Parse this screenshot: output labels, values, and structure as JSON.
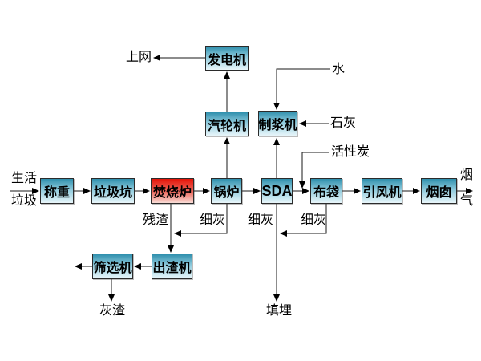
{
  "diagram": {
    "description": "waste-incineration-power-generation-flowchart",
    "nodes": {
      "weigh": "称重",
      "pit": "垃圾坑",
      "incinerator": "焚烧炉",
      "boiler": "锅炉",
      "sda": "SDA",
      "bag": "布袋",
      "fan": "引风机",
      "chimney": "烟囱",
      "generator": "发电机",
      "turbine": "汽轮机",
      "slurry": "制浆机",
      "slag_machine": "出渣机",
      "screen_machine": "筛选机"
    },
    "labels": {
      "source_top": "生活",
      "source_bottom": "垃圾",
      "grid": "上网",
      "water": "水",
      "lime": "石灰",
      "activated_carbon": "活性炭",
      "residue": "残渣",
      "fine_ash_boiler": "细灰",
      "fine_ash_sda": "细灰",
      "fine_ash_bag": "细灰",
      "ash_slag": "灰渣",
      "landfill": "填埋",
      "flue_top": "烟",
      "flue_bottom": "气"
    },
    "colors": {
      "box_gradient_top": "#2f8fad",
      "box_gradient_bottom": "#e8f6fa",
      "incinerator_gradient_top": "#e41408",
      "incinerator_gradient_bottom": "#f8dcd6",
      "border": "#2b2b2b",
      "line": "#000000",
      "background": "#ffffff"
    }
  }
}
